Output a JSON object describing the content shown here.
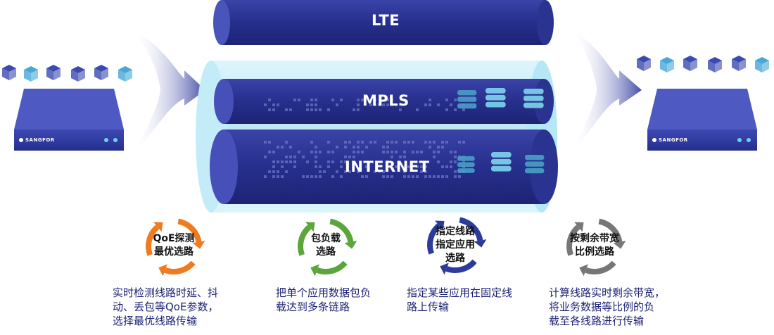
{
  "links": [
    "LTE",
    "MPLS",
    "INTERNET"
  ],
  "device_brand": "SANGFOR",
  "methods": [
    {
      "label": [
        "QoE探测",
        "最优选路"
      ],
      "color": "#f07a1f",
      "desc": [
        "实时检测线路时延、抖",
        "动、丢包等QoE参数，",
        "选择最优线路传输"
      ]
    },
    {
      "label": [
        "包负载",
        "选路"
      ],
      "color": "#5aa53c",
      "desc": [
        "把单个应用数据包负",
        "载达到多条链路"
      ]
    },
    {
      "label": [
        "指定线路",
        "指定应用",
        "选路"
      ],
      "color": "#2b3b99",
      "desc": [
        "指定某些应用在固定线",
        "路上传输"
      ]
    },
    {
      "label": [
        "按剩余带宽",
        "比例选路"
      ],
      "color": "#777777",
      "desc": [
        "计算线路实时剩余带宽，",
        "将业务数据等比例的负",
        "载至各线路进行传输"
      ]
    }
  ]
}
